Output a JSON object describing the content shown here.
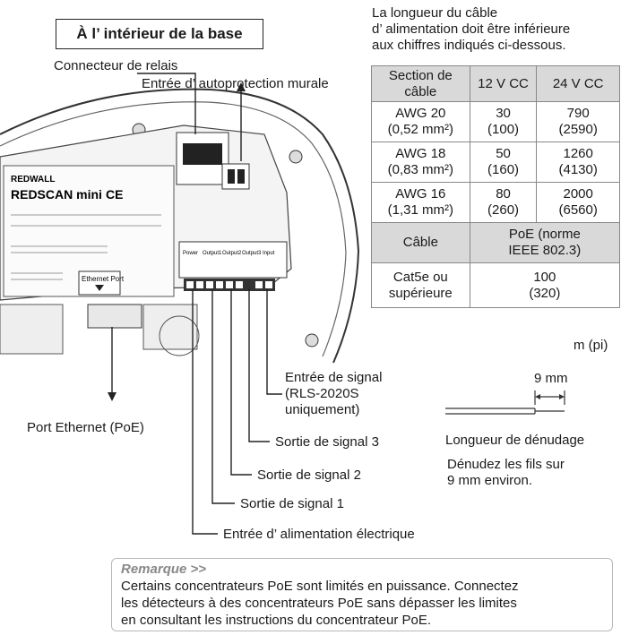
{
  "title": "À l’ intérieur de la base",
  "intro": [
    "La longueur du câble",
    "d’ alimentation doit être inférieure",
    "aux chiffres indiqués ci-dessous."
  ],
  "table": {
    "header": [
      "Section de câble",
      "12 V CC",
      "24 V CC"
    ],
    "rows": [
      {
        "section": [
          "AWG 20",
          "(0,52 mm²)"
        ],
        "v12": [
          "30",
          "(100)"
        ],
        "v24": [
          "790",
          "(2590)"
        ]
      },
      {
        "section": [
          "AWG 18",
          "(0,83 mm²)"
        ],
        "v12": [
          "50",
          "(160)"
        ],
        "v24": [
          "1260",
          "(4130)"
        ]
      },
      {
        "section": [
          "AWG 16",
          "(1,31 mm²)"
        ],
        "v12": [
          "80",
          "(260)"
        ],
        "v24": [
          "2000",
          "(6560)"
        ]
      }
    ],
    "poe_header": [
      "Câble",
      "PoE (norme",
      "IEEE 802.3)"
    ],
    "poe_row": {
      "cable": [
        "Cat5e ou",
        "supérieure"
      ],
      "value": [
        "100",
        "(320)"
      ]
    }
  },
  "unit": "m (pi)",
  "labels": {
    "relay": "Connecteur de relais",
    "tamper": "Entrée d’ autoprotection murale",
    "ethernet": "Port Ethernet (PoE)",
    "signal_in": [
      "Entrée de signal",
      "(RLS-2020S",
      "uniquement)"
    ],
    "out3": "Sortie de signal 3",
    "out2": "Sortie de signal 2",
    "out1": "Sortie de signal 1",
    "power": "Entrée d’ alimentation électrique"
  },
  "strip": {
    "length": "9 mm",
    "label": "Longueur de dénudage",
    "note": [
      "Dénudez les fils sur",
      "9 mm environ."
    ]
  },
  "device": {
    "brand": "REDWALL",
    "model": "REDSCAN mini",
    "port_label": "Ethernet Port",
    "terminal_labels": [
      "Power",
      "Output1",
      "Output2",
      "Output3",
      "Input"
    ]
  },
  "remark": {
    "title": "Remarque >>",
    "lines": [
      "Certains concentrateurs PoE sont limités en puissance. Connectez",
      "les détecteurs à des concentrateurs PoE sans dépasser les limites",
      "en consultant les instructions du concentrateur PoE."
    ]
  }
}
